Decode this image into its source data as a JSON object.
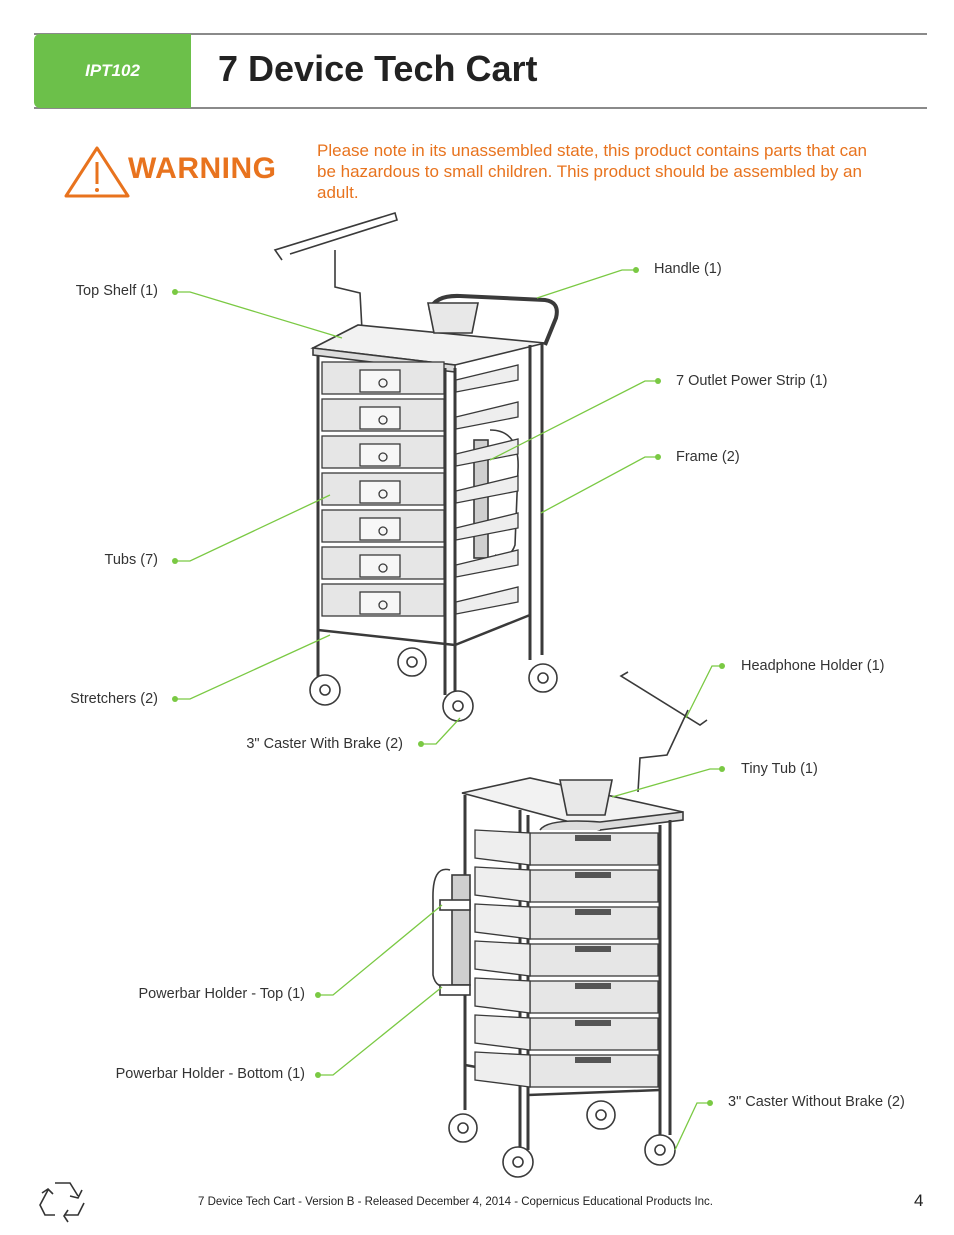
{
  "header": {
    "model_code": "IPT102",
    "title": "7 Device Tech Cart"
  },
  "warning": {
    "label": "WARNING",
    "message": "Please note in its unassembled state, this product contains parts that can be hazardous to small children. This product should be assembled by an adult."
  },
  "callouts": {
    "top_shelf": "Top Shelf (1)",
    "handle": "Handle (1)",
    "power_strip": "7 Outlet Power Strip (1)",
    "frame": "Frame (2)",
    "tubs": "Tubs (7)",
    "stretchers": "Stretchers (2)",
    "caster_with_brake": "3\" Caster With Brake (2)",
    "headphone_holder": "Headphone Holder (1)",
    "tiny_tub": "Tiny Tub (1)",
    "powerbar_holder_top": "Powerbar Holder - Top (1)",
    "powerbar_holder_bottom": "Powerbar Holder - Bottom (1)",
    "caster_without_brake": "3\" Caster Without Brake (2)"
  },
  "footer": {
    "text": "7 Device Tech Cart - Version B - Released December 4, 2014 - Copernicus Educational Products Inc.",
    "page_number": "4"
  },
  "colors": {
    "accent_green": "#6cc04a",
    "warning_orange": "#e8731e",
    "leader_green": "#7ac943"
  },
  "icons": [
    "warning-triangle-icon",
    "recycle-icon"
  ]
}
